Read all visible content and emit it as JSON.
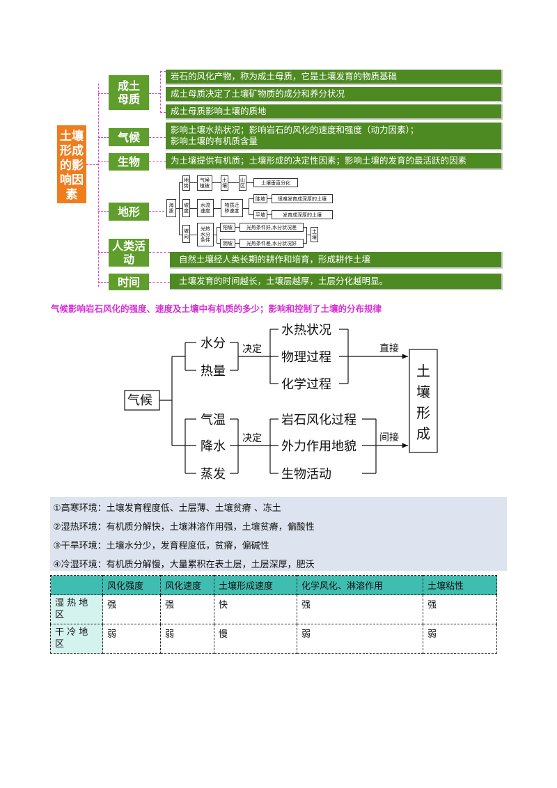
{
  "root": {
    "label": "土壤形成的影响因素"
  },
  "categories": [
    {
      "label": "成土母质"
    },
    {
      "label": "气候"
    },
    {
      "label": "生物"
    },
    {
      "label": "地形"
    },
    {
      "label": "人类活动"
    },
    {
      "label": "时间"
    }
  ],
  "bars": {
    "parent1": "岩石的风化产物，称为成土母质，它是土壤发育的物质基础",
    "parent2": "成土母质决定了土壤矿物质的成分和养分状况",
    "parent3": "成土母质影响土壤的质地",
    "climate_l1": "影响土壤水热状况；影响岩石的风化的速度和强度（动力因素）；",
    "climate_l2": "影响土壤的有机质含量",
    "bio": "为土壤提供有机质；土壤形成的决定性因素；影响土壤的发育的最活跃的因素",
    "human": "自然土壤经人类长期的耕作和培育，形成耕作土壤",
    "time": "土壤发育的时间越长，土壤层越厚，土层分化越明显。"
  },
  "terrain": {
    "center": "海拔",
    "r1_a": "地势",
    "r1_b": "气候植被",
    "r1_c": "土壤",
    "r1_d": "山区",
    "r1_e": "土壤垂直分化",
    "r2_a": "坡度",
    "r2_b": "水流速度",
    "r2_c": "物质迁移速度",
    "r2_d1": "陡坡",
    "r2_e1": "很难发育成深厚的土壤",
    "r2_d2": "平坡",
    "r2_e2": "发育成深厚的土壤",
    "r3_a": "坡向",
    "r3_b": "光热水分条件",
    "r3_c1": "阳坡",
    "r3_d1": "光热条件好,水分状况差",
    "r3_c2": "阴坡",
    "r3_d2": "光热条件差,水分状况好",
    "r3_e": "土壤"
  },
  "caption": "气候影响岩石风化的强度、速度及土壤中有机质的多少；影响和控制了土壤的分布规律",
  "climate_diagram": {
    "root": "气候",
    "group1": [
      "水分",
      "热量"
    ],
    "decide1": "决定",
    "effects1": [
      "水热状况",
      "物理过程",
      "化学过程"
    ],
    "direct": "直接",
    "group2": [
      "气温",
      "降水",
      "蒸发"
    ],
    "decide2": "决定",
    "effects2": [
      "岩石风化过程",
      "外力作用地貌",
      "生物活动"
    ],
    "indirect": "间接",
    "result": "土壤形成"
  },
  "environments": [
    "①高寒环境：土壤发育程度低、土层薄、土壤贫瘠 、冻土",
    "②湿热环境：有机质分解快，土壤淋溶作用强，土壤贫瘠，偏酸性",
    "③干旱环境：土壤水分少，发育程度低，贫瘠，偏碱性",
    "④冷湿环境：有机质分解慢，大量累积在表土层，土层深厚，肥沃"
  ],
  "table": {
    "headers": [
      "",
      "风化强度",
      "风化速度",
      "土壤形成速度",
      "化学风化、淋溶作用",
      "土壤粘性"
    ],
    "rows": [
      [
        "湿 热 地 区",
        "强",
        "强",
        "快",
        "强",
        "强"
      ],
      [
        "干 冷 地 区",
        "弱",
        "弱",
        "慢",
        "弱",
        "弱"
      ]
    ]
  },
  "colors": {
    "orange": "#ef7d1e",
    "green": "#4e8a22",
    "magenta": "#d62fd4",
    "teal": "#3fbdb1",
    "lightblue": "#dde3ef"
  }
}
